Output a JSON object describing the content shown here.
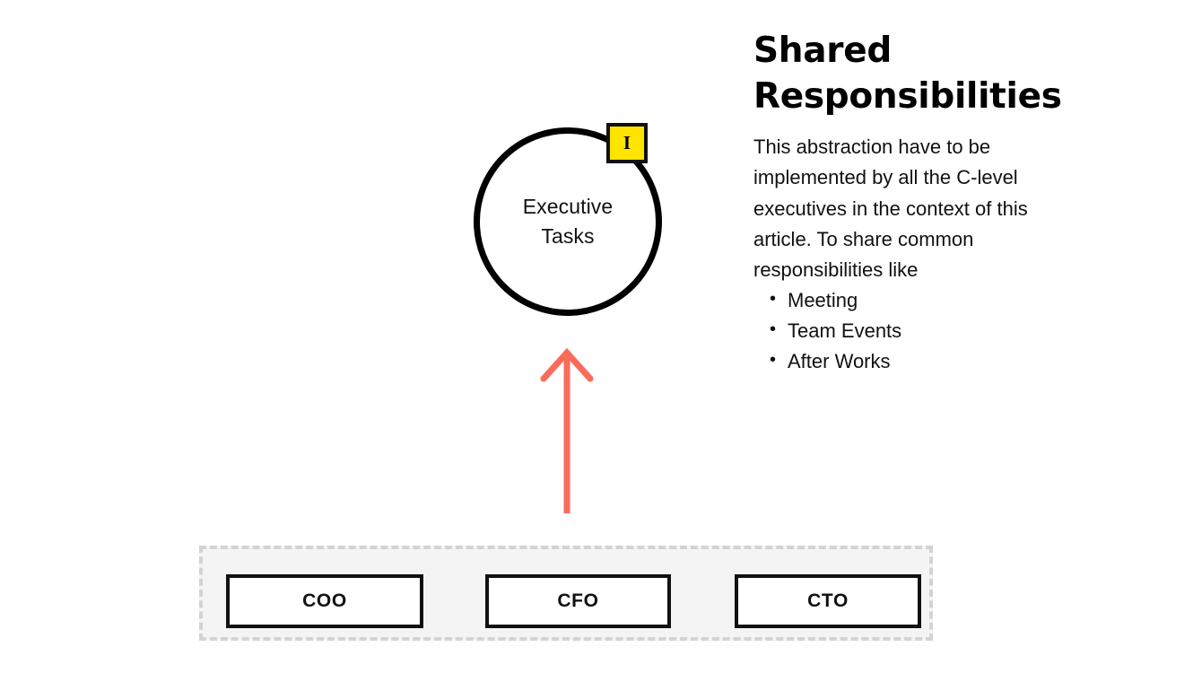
{
  "diagram": {
    "circle_node": {
      "label": "Executive\nTasks",
      "stereotype_badge": "I",
      "badge_color": "#FFE400",
      "stroke_color": "#000000"
    },
    "arrow": {
      "name": "implements-arrow",
      "direction": "up",
      "color": "#FA6B5A"
    },
    "group": {
      "name": "c-level-group",
      "fill_color": "#F4F4F4",
      "border_color": "#D3D3D3",
      "boxes": [
        {
          "label": "COO"
        },
        {
          "label": "CFO"
        },
        {
          "label": "CTO"
        }
      ]
    }
  },
  "panel": {
    "title": "Shared Responsibilities",
    "body": "This abstraction have to be implemented by all the C-level executives in the context of this article. To share common responsibilities like",
    "bullet_glyph": "•",
    "bullets": [
      {
        "label": "Meeting"
      },
      {
        "label": "Team Events"
      },
      {
        "label": "After Works"
      }
    ]
  }
}
